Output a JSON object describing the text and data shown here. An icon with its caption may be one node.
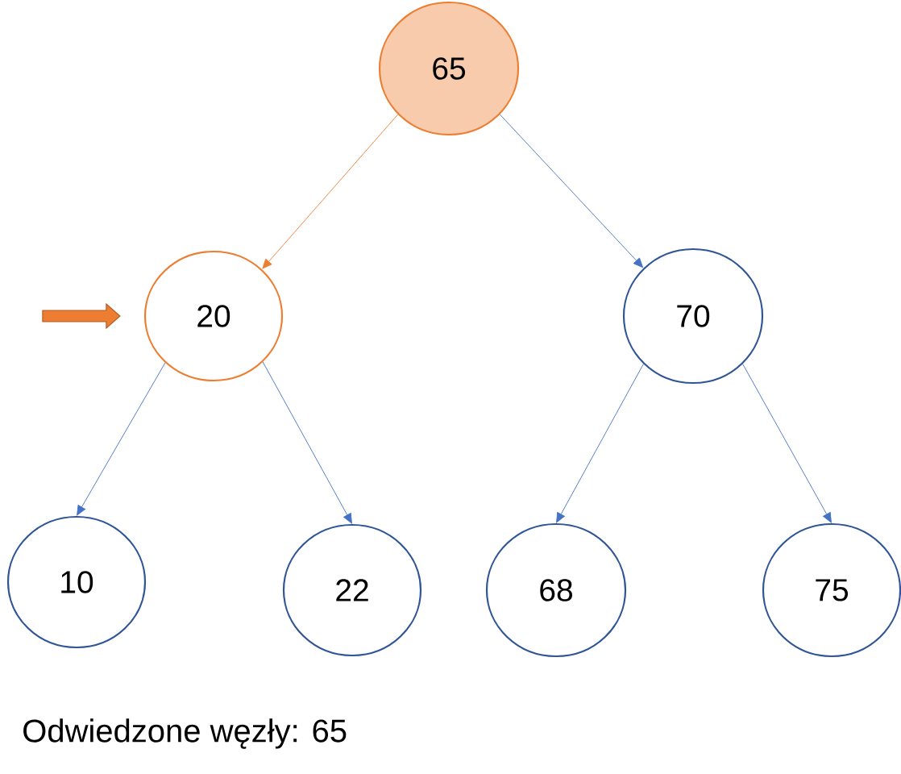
{
  "diagram": {
    "nodes": [
      {
        "text": [
          "65"
        ]
      },
      {
        "text": [
          "20"
        ]
      },
      {
        "text": [
          "70"
        ]
      },
      {
        "text": [
          "10"
        ]
      },
      {
        "text": [
          "22"
        ]
      },
      {
        "text": [
          "68"
        ]
      },
      {
        "text": [
          "75"
        ]
      }
    ],
    "edges": [
      {
        "from": 0,
        "to": 1,
        "arrow": "to",
        "color": "#ed7d31"
      },
      {
        "from": 0,
        "to": 2,
        "arrow": "to"
      },
      {
        "from": 1,
        "to": 3,
        "arrow": "to"
      },
      {
        "from": 1,
        "to": 4,
        "arrow": "to"
      },
      {
        "from": 2,
        "to": 5,
        "arrow": "to"
      },
      {
        "from": 2,
        "to": 6,
        "arrow": "to"
      },
      {
        "from": null,
        "to": 1,
        "arrow": "to",
        "style": "thick",
        "color": "#ed7d31"
      }
    ],
    "labels": [
      "Odwiedzone węzły: 65"
    ]
  }
}
